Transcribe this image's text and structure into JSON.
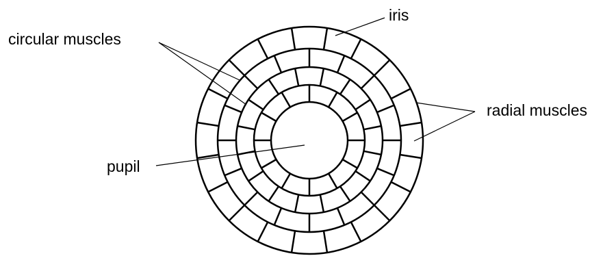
{
  "labels": {
    "iris": "iris",
    "circular_muscles": "circular muscles",
    "radial_muscles": "radial muscles",
    "pupil": "pupil"
  },
  "colors": {
    "line": "#000000",
    "background": "#ffffff"
  }
}
